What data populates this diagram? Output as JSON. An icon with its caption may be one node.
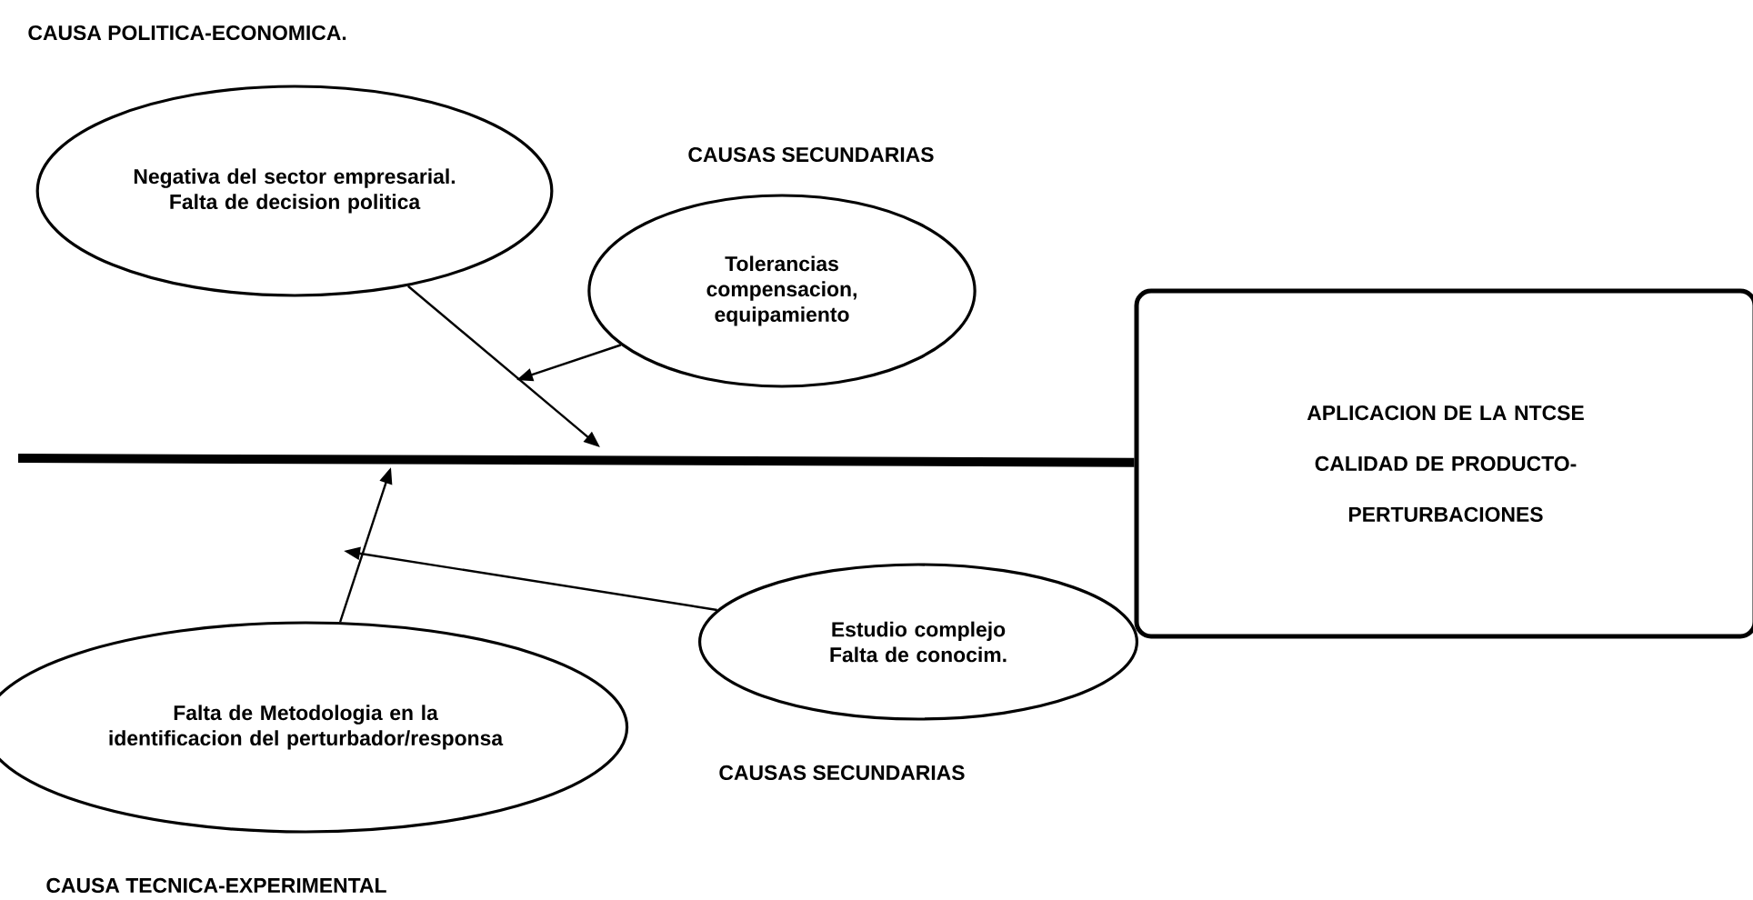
{
  "diagram": {
    "nodes": [
      {
        "text": [
          "Negativa del sector empresarial. Falta de decision politica"
        ]
      },
      {
        "text": [
          "Tolerancias compensacion, equipamiento"
        ]
      },
      {
        "text": [
          "Falta de Metodologia en la identificacion del perturbador/responsa"
        ]
      },
      {
        "text": [
          "Estudio complejo Falta de conocim."
        ]
      },
      {
        "text": [
          "APLICACION DE LA NTCSE",
          "CALIDAD DE PRODUCTO-",
          "PERTURBACIONES"
        ]
      }
    ],
    "edges": [
      {
        "from": null,
        "to": 4,
        "arrow": "none",
        "style": "thick"
      },
      {
        "from": 0,
        "to": null,
        "arrow": "to"
      },
      {
        "from": 1,
        "to": null,
        "arrow": "to"
      },
      {
        "from": 2,
        "to": null,
        "arrow": "to"
      },
      {
        "from": 3,
        "to": null,
        "arrow": "to"
      }
    ],
    "labels": [
      "CAUSA POLITICA-ECONOMICA.",
      "CAUSAS SECUNDARIAS",
      "CAUSAS SECUNDARIAS",
      "CAUSA TECNICA-EXPERIMENTAL"
    ]
  }
}
